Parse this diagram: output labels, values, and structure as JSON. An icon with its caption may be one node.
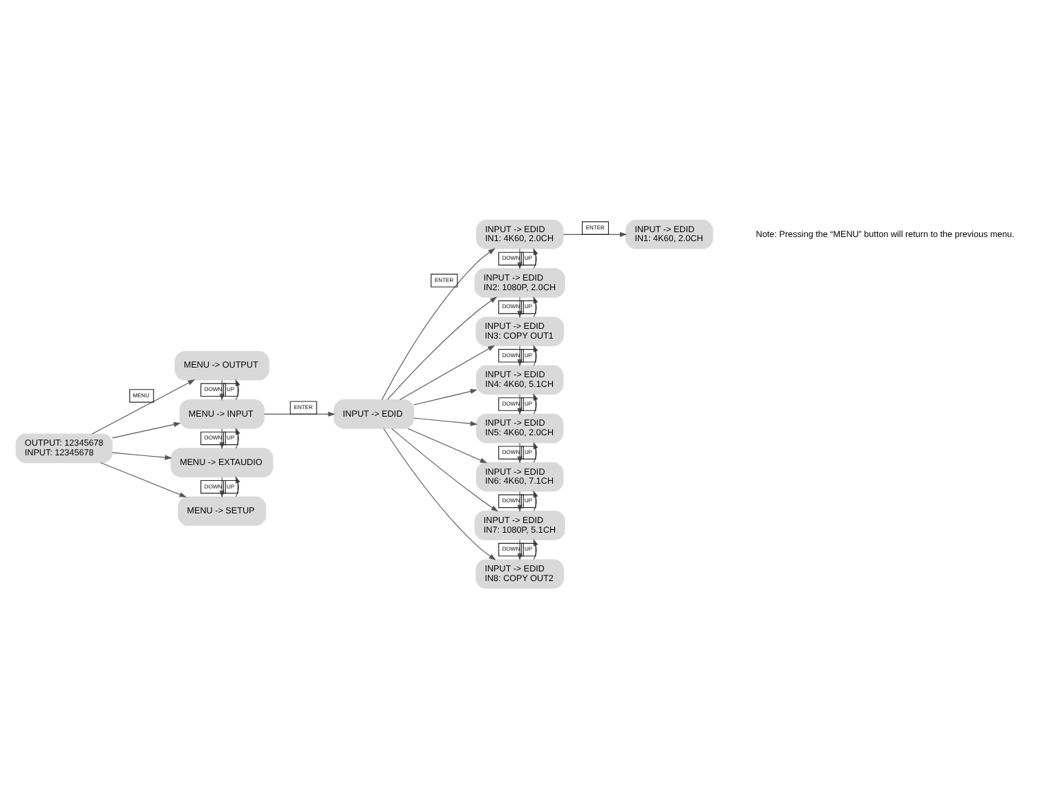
{
  "diagram": {
    "nodes": [
      {
        "text": [
          "OUTPUT: 12345678",
          "INPUT: 12345678"
        ]
      },
      {
        "text": [
          "MENU -> OUTPUT"
        ]
      },
      {
        "text": [
          "MENU -> INPUT"
        ]
      },
      {
        "text": [
          "MENU -> EXTAUDIO"
        ]
      },
      {
        "text": [
          "MENU -> SETUP"
        ]
      },
      {
        "text": [
          "INPUT -> EDID"
        ]
      },
      {
        "text": [
          "INPUT -> EDID",
          "IN1: 4K60, 2.0CH"
        ]
      },
      {
        "text": [
          "INPUT -> EDID",
          "IN2: 1080P, 2.0CH"
        ]
      },
      {
        "text": [
          "INPUT -> EDID",
          "IN3: COPY OUT1"
        ]
      },
      {
        "text": [
          "INPUT -> EDID",
          "IN4: 4K60, 5.1CH"
        ]
      },
      {
        "text": [
          "INPUT -> EDID",
          "IN5: 4K60, 2.0CH"
        ]
      },
      {
        "text": [
          "INPUT -> EDID",
          "IN6: 4K60, 7.1CH"
        ]
      },
      {
        "text": [
          "INPUT -> EDID",
          "IN7: 1080P, 5.1CH"
        ]
      },
      {
        "text": [
          "INPUT -> EDID",
          "IN8: COPY OUT2"
        ]
      },
      {
        "text": [
          "INPUT -> EDID",
          "IN1: 4K60, 2.0CH"
        ]
      }
    ],
    "edges": [
      {
        "from": 0,
        "to": 1,
        "arrow": "to",
        "label": "MENU"
      },
      {
        "from": 0,
        "to": 2,
        "arrow": "to"
      },
      {
        "from": 0,
        "to": 3,
        "arrow": "to"
      },
      {
        "from": 0,
        "to": 4,
        "arrow": "to"
      },
      {
        "from": 2,
        "to": 1,
        "arrow": "to",
        "label": "UP"
      },
      {
        "from": 1,
        "to": 2,
        "arrow": "to",
        "label": "DOWN"
      },
      {
        "from": 3,
        "to": 2,
        "arrow": "to",
        "label": "UP"
      },
      {
        "from": 2,
        "to": 3,
        "arrow": "to",
        "label": "DOWN"
      },
      {
        "from": 4,
        "to": 3,
        "arrow": "to",
        "label": "UP"
      },
      {
        "from": 3,
        "to": 4,
        "arrow": "to",
        "label": "DOWN"
      },
      {
        "from": 2,
        "to": 5,
        "arrow": "to",
        "label": "ENTER"
      },
      {
        "from": 5,
        "to": 6,
        "arrow": "to",
        "label": "ENTER"
      },
      {
        "from": 5,
        "to": 7,
        "arrow": "to"
      },
      {
        "from": 5,
        "to": 8,
        "arrow": "to"
      },
      {
        "from": 5,
        "to": 9,
        "arrow": "to"
      },
      {
        "from": 5,
        "to": 10,
        "arrow": "to"
      },
      {
        "from": 5,
        "to": 11,
        "arrow": "to"
      },
      {
        "from": 5,
        "to": 12,
        "arrow": "to"
      },
      {
        "from": 5,
        "to": 13,
        "arrow": "to"
      },
      {
        "from": 7,
        "to": 6,
        "arrow": "to",
        "label": "UP"
      },
      {
        "from": 6,
        "to": 7,
        "arrow": "to",
        "label": "DOWN"
      },
      {
        "from": 8,
        "to": 7,
        "arrow": "to",
        "label": "UP"
      },
      {
        "from": 7,
        "to": 8,
        "arrow": "to",
        "label": "DOWN"
      },
      {
        "from": 9,
        "to": 8,
        "arrow": "to",
        "label": "UP"
      },
      {
        "from": 8,
        "to": 9,
        "arrow": "to",
        "label": "DOWN"
      },
      {
        "from": 10,
        "to": 9,
        "arrow": "to",
        "label": "UP"
      },
      {
        "from": 9,
        "to": 10,
        "arrow": "to",
        "label": "DOWN"
      },
      {
        "from": 11,
        "to": 10,
        "arrow": "to",
        "label": "UP"
      },
      {
        "from": 10,
        "to": 11,
        "arrow": "to",
        "label": "DOWN"
      },
      {
        "from": 12,
        "to": 11,
        "arrow": "to",
        "label": "UP"
      },
      {
        "from": 11,
        "to": 12,
        "arrow": "to",
        "label": "DOWN"
      },
      {
        "from": 13,
        "to": 12,
        "arrow": "to",
        "label": "UP"
      },
      {
        "from": 12,
        "to": 13,
        "arrow": "to",
        "label": "DOWN"
      },
      {
        "from": 6,
        "to": 14,
        "arrow": "to",
        "label": "ENTER"
      }
    ],
    "labels": [
      "Note: Pressing the “MENU” button will return to the previous menu."
    ]
  }
}
